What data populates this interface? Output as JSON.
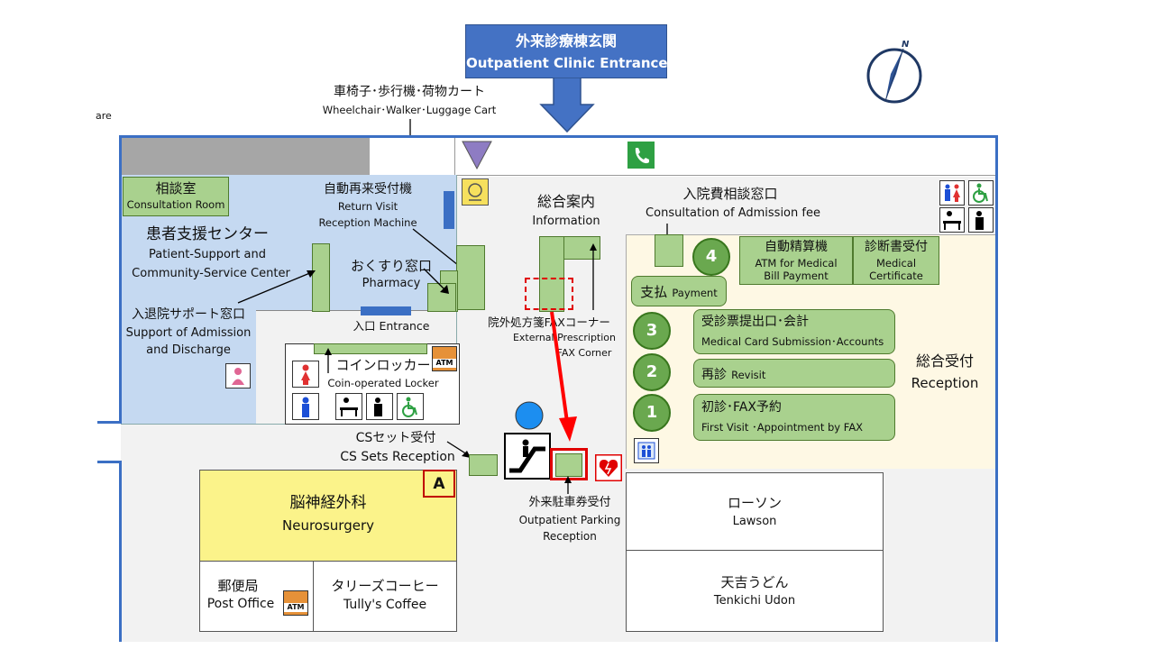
{
  "entrance": {
    "jp": "外来診療棟玄関",
    "en": "Outpatient Clinic Entrance"
  },
  "edge_text": "are",
  "wheelchair": {
    "jp": "車椅子･歩行機･荷物カート",
    "en": "Wheelchair･Walker･Luggage Cart"
  },
  "consultation_room": {
    "jp": "相談室",
    "en": "Consultation Room"
  },
  "patient_support": {
    "jp": "患者支援センター",
    "en1": "Patient-Support and",
    "en2": "Community-Service Center"
  },
  "return_visit": {
    "jp": "自動再来受付機",
    "en1": "Return Visit",
    "en2": "Reception Machine"
  },
  "pharmacy": {
    "jp": "おくすり窓口",
    "en": "Pharmacy"
  },
  "admission_support": {
    "jp": "入退院サポート窓口",
    "en1": "Support of Admission",
    "en2": "and Discharge"
  },
  "inner_entrance": {
    "label": "入口 Entrance"
  },
  "locker": {
    "jp": "コインロッカー",
    "en": "Coin-operated Locker"
  },
  "information": {
    "jp": "総合案内",
    "en": "Information"
  },
  "fax_corner": {
    "jp": "院外処方箋FAXコーナー",
    "en1": "External Prescription",
    "en2": "FAX Corner"
  },
  "admission_fee": {
    "jp": "入院費相談窓口",
    "en": "Consultation of Admission fee"
  },
  "atm_payment": {
    "jp": "自動精算機",
    "en1": "ATM for Medical",
    "en2": "Bill Payment"
  },
  "certificate": {
    "jp": "診断書受付",
    "en1": "Medical",
    "en2": "Certificate"
  },
  "payment": {
    "jp": "支払",
    "en": "Payment"
  },
  "counters": [
    {
      "num": "4"
    },
    {
      "num": "3",
      "jp": "受診票提出口･会計",
      "en": "Medical Card Submission･Accounts"
    },
    {
      "num": "2",
      "jp": "再診",
      "en": "Revisit"
    },
    {
      "num": "1",
      "jp": "初診･FAX予約",
      "en": "First Visit ･Appointment by FAX"
    }
  ],
  "reception": {
    "jp": "総合受付",
    "en": "Reception"
  },
  "cs_sets": {
    "jp": "CSセット受付",
    "en": "CS Sets Reception"
  },
  "parking": {
    "jp": "外来駐車券受付",
    "en1": "Outpatient Parking",
    "en2": "Reception"
  },
  "neurosurgery": {
    "jp": "脳神経外科",
    "en": "Neurosurgery",
    "badge": "A"
  },
  "post_office": {
    "jp": "郵便局",
    "en": "Post Office"
  },
  "tullys": {
    "jp": "タリーズコーヒー",
    "en": "Tully's Coffee"
  },
  "lawson": {
    "jp": "ローソン",
    "en": "Lawson"
  },
  "tenkichi": {
    "jp": "天吉うどん",
    "en": "Tenkichi Udon"
  },
  "atm_label": "ATM",
  "compass_label": "N",
  "colors": {
    "wall": "#3b6fc4",
    "support_area": "#c5d9f1",
    "reception_area": "#fef8e4",
    "corridor": "#f2f2f2",
    "green_counter": "#a9d18e",
    "neurosurgery": "#fbf38a",
    "route_red": "#ff0000",
    "entrance_box": "#4472c4"
  }
}
